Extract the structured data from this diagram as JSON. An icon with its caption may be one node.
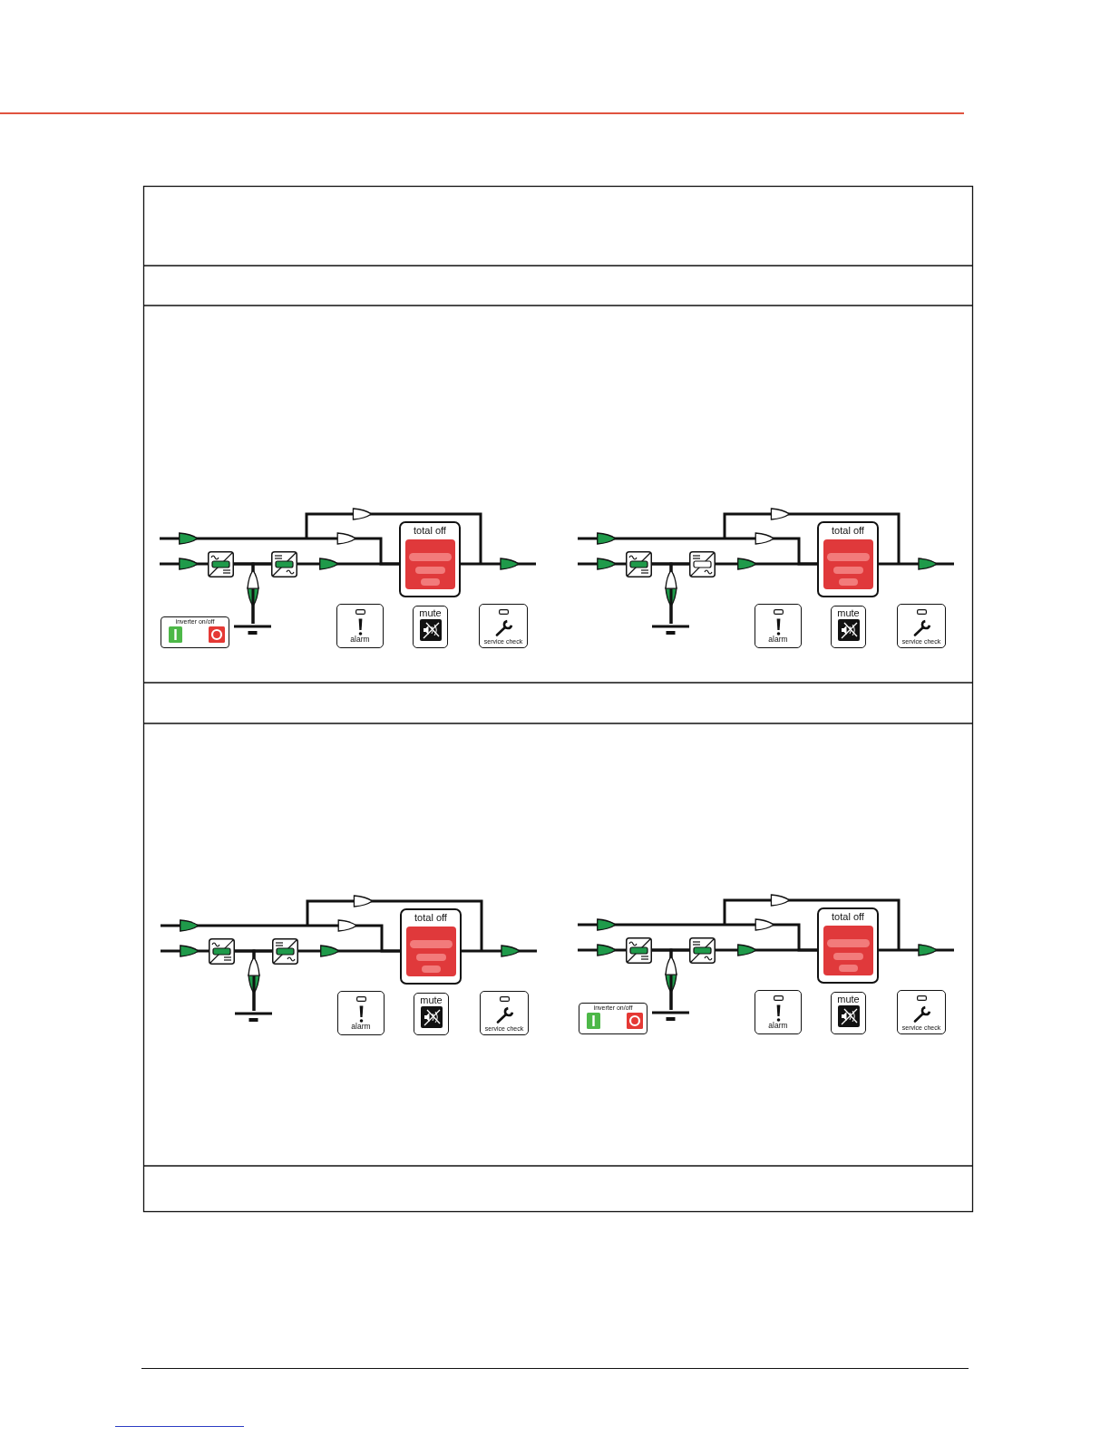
{
  "diagram": {
    "nodes": [
      {
        "text": [],
        "shape": "box"
      },
      {
        "text": [],
        "shape": "box"
      },
      {
        "text": [
          "total off"
        ]
      },
      {
        "text": [
          "inverter on/off"
        ]
      },
      {
        "text": [],
        "shape": "battery"
      },
      {
        "text": [
          "alarm"
        ]
      },
      {
        "text": [
          "mute"
        ]
      },
      {
        "text": [
          "service check"
        ]
      },
      {
        "text": [],
        "shape": "box"
      },
      {
        "text": [],
        "shape": "box"
      },
      {
        "text": [
          "total off"
        ]
      },
      {
        "text": [],
        "shape": "battery"
      },
      {
        "text": [
          "alarm"
        ]
      },
      {
        "text": [
          "mute"
        ]
      },
      {
        "text": [
          "service check"
        ]
      },
      {
        "text": [],
        "shape": "box"
      },
      {
        "text": [],
        "shape": "box"
      },
      {
        "text": [
          "total off"
        ]
      },
      {
        "text": [],
        "shape": "battery"
      },
      {
        "text": [
          "alarm"
        ]
      },
      {
        "text": [
          "mute"
        ]
      },
      {
        "text": [
          "service check"
        ]
      },
      {
        "text": [],
        "shape": "box"
      },
      {
        "text": [],
        "shape": "box"
      },
      {
        "text": [
          "total off"
        ]
      },
      {
        "text": [
          "inverter on/off"
        ]
      },
      {
        "text": [],
        "shape": "battery"
      },
      {
        "text": [
          "alarm"
        ]
      },
      {
        "text": [
          "mute"
        ]
      },
      {
        "text": [
          "service check"
        ]
      }
    ],
    "edges": [
      {
        "from": null,
        "to": 0,
        "arrow": "to"
      },
      {
        "from": 0,
        "to": 1,
        "arrow": "none"
      },
      {
        "from": 0,
        "to": 4,
        "arrow": "to"
      },
      {
        "from": 4,
        "to": 1,
        "arrow": "to"
      },
      {
        "from": 1,
        "to": 2,
        "arrow": "to"
      },
      {
        "from": null,
        "to": 2,
        "arrow": "to"
      },
      {
        "from": 2,
        "to": null,
        "arrow": "to"
      },
      {
        "from": null,
        "to": 8,
        "arrow": "to"
      },
      {
        "from": 8,
        "to": 9,
        "arrow": "none"
      },
      {
        "from": 8,
        "to": 11,
        "arrow": "to"
      },
      {
        "from": 11,
        "to": 9,
        "arrow": "to"
      },
      {
        "from": 9,
        "to": 10,
        "arrow": "to"
      },
      {
        "from": null,
        "to": 10,
        "arrow": "to"
      },
      {
        "from": 10,
        "to": null,
        "arrow": "to"
      },
      {
        "from": null,
        "to": 15,
        "arrow": "to"
      },
      {
        "from": 15,
        "to": 16,
        "arrow": "none"
      },
      {
        "from": 15,
        "to": 18,
        "arrow": "to"
      },
      {
        "from": 18,
        "to": 16,
        "arrow": "to"
      },
      {
        "from": 16,
        "to": 17,
        "arrow": "to"
      },
      {
        "from": null,
        "to": 17,
        "arrow": "to"
      },
      {
        "from": 17,
        "to": null,
        "arrow": "to"
      },
      {
        "from": null,
        "to": 22,
        "arrow": "to"
      },
      {
        "from": 22,
        "to": 23,
        "arrow": "none"
      },
      {
        "from": 22,
        "to": 26,
        "arrow": "to"
      },
      {
        "from": 26,
        "to": 23,
        "arrow": "to"
      },
      {
        "from": 23,
        "to": 24,
        "arrow": "to"
      },
      {
        "from": null,
        "to": 24,
        "arrow": "to"
      },
      {
        "from": 24,
        "to": null,
        "arrow": "to"
      }
    ]
  }
}
